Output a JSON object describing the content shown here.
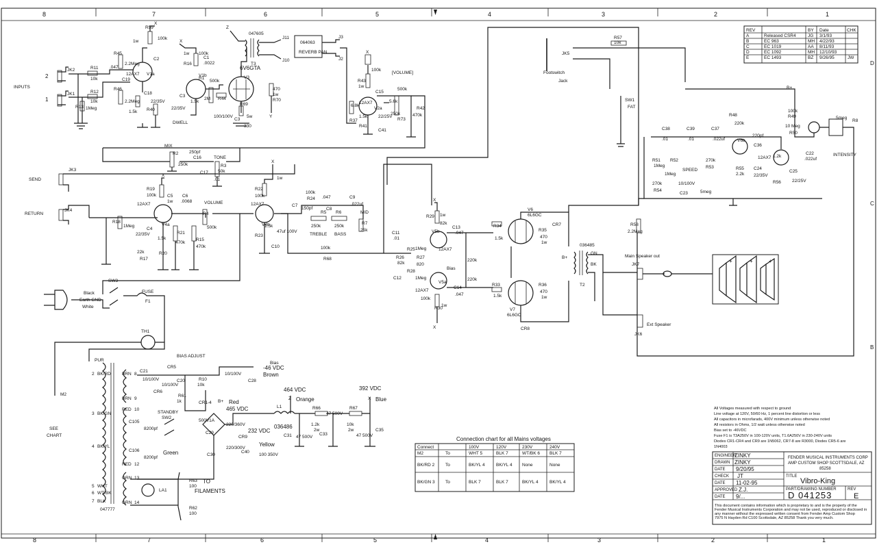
{
  "border": {
    "zones": [
      "8",
      "7",
      "6",
      "5",
      "4",
      "3",
      "2",
      "1"
    ],
    "rows": [
      "D",
      "C",
      "B"
    ]
  },
  "revision_table": {
    "headers": [
      "REV",
      "",
      "BY",
      "Date",
      "CHK"
    ],
    "rows": [
      [
        "A",
        "Released CSR4",
        "JG",
        "3/1/93",
        ""
      ],
      [
        "B",
        "EC 963",
        "MH",
        "4/22/93",
        ""
      ],
      [
        "C",
        "EC 1019",
        "AA",
        "8/11/93",
        ""
      ],
      [
        "D",
        "EC 1092",
        "MH",
        "12/10/93",
        ""
      ],
      [
        "E",
        "EC 1493",
        "BZ",
        "9/26/95",
        "JW"
      ]
    ]
  },
  "sections": {
    "inputs": "INPUTS",
    "send": "SEND",
    "return": "RETURN",
    "mix": "MIX",
    "tone": "TONE",
    "volume_fx": "VOLUME",
    "volume_rev": "[VOLUME]",
    "dwell": "DWELL",
    "treble": "TREBLE",
    "bass": "BASS",
    "mid": "MID",
    "speed": "SPEED",
    "intensity": "INTENSITY",
    "footswitch": "Footswitch",
    "jack": "Jack",
    "fat": "FAT",
    "reverb_pan": "REVERB PAN",
    "main_speaker": "Main Speaker out",
    "ext_speaker": "Ext Speaker",
    "fuse": "FUSE",
    "bias_adjust": "BIAS ADJUST",
    "standby": "STANDBY",
    "filaments": "FILAMENTS",
    "to": "TO",
    "see_chart": "SEE",
    "chart": "CHART",
    "m2": "M2",
    "green": "Green",
    "red": "Red",
    "orange": "Orange",
    "blue": "Blue",
    "yellow": "Yellow",
    "brown": "Brown",
    "bias_label": "Bias",
    "bias_v": "-46 VDC",
    "v464": "464 VDC",
    "v392": "392 VDC",
    "v465": "465 VDC",
    "v232": "232 VDC"
  },
  "tubes": {
    "v1": "12AX7",
    "v3": "6V6GTA",
    "v3b": "V3",
    "v6": "6L6GC",
    "v7": "6L6GC",
    "v2": "12AX7",
    "v4": "12AX7",
    "v5": "12AX7"
  },
  "parts": {
    "jk1": "JK1",
    "jk2": "JK2",
    "jk3": "JK3",
    "jk4": "JK4",
    "jk5": "JK5",
    "jk6": "JK6",
    "jk7": "JK7",
    "t3": "T3",
    "t2": "T2",
    "t3num": "047605",
    "t2num": "036485",
    "t1num": "047777",
    "l1num": "036486",
    "reverb_num": "064063",
    "sw1": "SW1",
    "sw2": "SW2",
    "sw3": "SW3",
    "f1": "F1",
    "th1": "TH1",
    "la1": "LA1",
    "r11": "R11",
    "r12": "R12",
    "r13": "R13",
    "r45": "R45",
    "r46": "R46",
    "r59": "R59",
    "r16": "R16",
    "r1": "R1",
    "r44": "R44",
    "r69": "R69",
    "r70": "R70",
    "r43": "R43",
    "r37": "R37",
    "r41": "R41",
    "r42": "R42",
    "r73": "R73",
    "r2": "R2",
    "r3": "R3",
    "r19": "R19",
    "r18": "R18",
    "r17": "R17",
    "r20": "R20",
    "r21": "R21",
    "r15": "R15",
    "r4": "R4",
    "r22": "R22",
    "r23": "R23",
    "r24": "R24",
    "r5": "R5",
    "r6": "R6",
    "r7": "R7",
    "r68": "R68",
    "r29": "R29",
    "r25": "R25",
    "r26": "R26",
    "r27": "R27",
    "r28": "R28",
    "r30": "R30",
    "r34": "R34",
    "r35": "R35",
    "r33": "R33",
    "r36": "R36",
    "r58": "R58",
    "r57": "R57",
    "r48": "R48",
    "r51": "R51",
    "r52": "R52",
    "r53": "R53",
    "r54": "R54",
    "r55": "R55",
    "r56": "R56",
    "r49": "R49",
    "r50": "R50",
    "r8": "R8",
    "r10": "R10",
    "r61": "R61",
    "r66": "R66",
    "r67": "R67",
    "r63": "R63",
    "r62": "R62",
    "c19": "C19",
    "c2": "C2",
    "c18": "C18",
    "c1": "C1",
    "c3": "C3",
    "c15": "C15",
    "c41": "C41",
    "c16": "C16",
    "c17": "C17",
    "c5": "C5",
    "c6": "C6",
    "c4": "C4",
    "c10": "C10",
    "c7": "C7",
    "c8": "C8",
    "c9": "C9",
    "c11": "C11",
    "c12": "C12",
    "c13": "C13",
    "c14": "C14",
    "cr7": "CR7",
    "cr8": "CR8",
    "c38": "C38",
    "c39": "C39",
    "c37": "C37",
    "c36": "C36",
    "c24": "C24",
    "c23": "C23",
    "c25": "C25",
    "c22": "C22",
    "c21": "C21",
    "c20": "C20",
    "c28": "C28",
    "c29": "C29",
    "c30": "C30",
    "c31": "C31",
    "c33": "C33",
    "c35": "C35",
    "c105": "C105",
    "c106": "C106",
    "c40": "C40",
    "cr5": "CR5",
    "cr6": "CR6",
    "cr1_4": "CR1-4",
    "cr9": "CR9"
  },
  "values": {
    "10k": "10k",
    "1meg": "1Meg",
    "047": ".047",
    "22meg": "2.2Meg",
    "100k": "100k",
    "0022": ".0022",
    "2M": "2M",
    "22_35v": "22/35V",
    "15k": "1.5k",
    "1w": "1w",
    "500k": "500k",
    "100_100v": "100/100V",
    "5w": "5w",
    "330": "330",
    "470": "470",
    "68k": "6.8k",
    "22_25v": "22/25V",
    "470k": "470k",
    "250k": "250k",
    "250pf": "250pf",
    "50k": "50k",
    "01": ".01",
    "0068": ".0068",
    "22k": "22k",
    "47_100v": "47uf 100V",
    "150pf": "150pf",
    "022": ".022uf",
    "25k": "25k",
    "82k": "82k",
    "820": "820",
    "220k": "220k",
    "22meg2": "2.2Meg",
    "1k": "1k",
    "v510": "500V1A",
    "47_500v": "47 500V",
    "100_350v": "100 350V",
    "10_100v": "10/100V",
    "220_360v": "220/360V",
    "220_300v": "220/300V",
    "12k": "1.2k",
    "2w": "2w",
    "22k2": "2.2k",
    "10meg": "10 Meg",
    "56k": "5.6k",
    "270k": "270k",
    "220pf": "220pf",
    "5meg": "5meg",
    "8200pf": "8200pf",
    "100": "100"
  },
  "wire_colors": {
    "pur": "PUR",
    "bkyl": "BK/YL",
    "bkgn": "BK/GN",
    "bkrd": "BK/RD",
    "brn": "BRN",
    "red": "RED",
    "grn": "GRN",
    "wht": "WHT",
    "wtbk": "WT/BK",
    "blk": "BLK",
    "black": "Black",
    "earth": "Earth GND",
    "white": "White"
  },
  "connection_chart": {
    "title": "Connection chart for all Mains voltages",
    "headers": [
      "Connect",
      "",
      "100V",
      "120V",
      "230V",
      "240V"
    ],
    "rows": [
      [
        "M2",
        "To",
        "WHT 5",
        "BLK 7",
        "WT/BK 6",
        "BLK 7"
      ],
      [
        "BK/RD 2",
        "To",
        "BK/YL 4",
        "BK/YL 4",
        "None",
        "None"
      ],
      [
        "BK/GN 3",
        "To",
        "BLK 7",
        "BLK 7",
        "BK/YL 4",
        "BK/YL 4"
      ]
    ]
  },
  "notes": [
    "All Voltages measured with respect to ground",
    "Line voltage at 120V, 50/60 Hz, 1 percent line distortion or less",
    "All capacitors in microfarads, 400V minimum unless otherwise noted",
    "All resistors in Ohms, 1/2 watt unless otherwise noted",
    "Bias set to -46VDC",
    "Fuse F1 is T3A250V in 100-120V units, T1.6A250V in 230-240V units",
    "Diodes CR1-CR4 and CR9 are 1N5062, CR7-8 are R3000, Diodes CR5-6 are",
    "1N4003"
  ],
  "title_block": {
    "engineer_label": "ENGINEER",
    "engineer": "ZINKY",
    "drawn_label": "DRAWN",
    "drawn": "ZINKY",
    "date_label": "DATE",
    "date1": "9/20/95",
    "check_label": "CHECK",
    "check": "JT",
    "date2": "11-02-95",
    "approved_label": "APPROVED",
    "approved": "Z.J.",
    "date3": "9/...",
    "company": "FENDER MUSICAL INSTRUMENTS CORP",
    "shop": "AMP CUSTOM SHOP  SCOTTSDALE, AZ",
    "zip": "85258",
    "title_label": "TITLE",
    "title": "Vibro-King",
    "part_label": "PART/DRAWING NUMBER",
    "part": "D  041253",
    "rev_label": "REV",
    "rev": "E",
    "disclaimer1": "This document contains information which is proprietary to and is the property of the",
    "disclaimer2": "Fender Musical Instruments Corporation and may not be used, reproduced or disclosed in",
    "disclaimer3": "any manner without the expressed written consent from Fender Amp Custom Shop",
    "disclaimer4": "7975 N Hayden Rd C100 Scottsdale, AZ 85258 Thank you very much."
  }
}
